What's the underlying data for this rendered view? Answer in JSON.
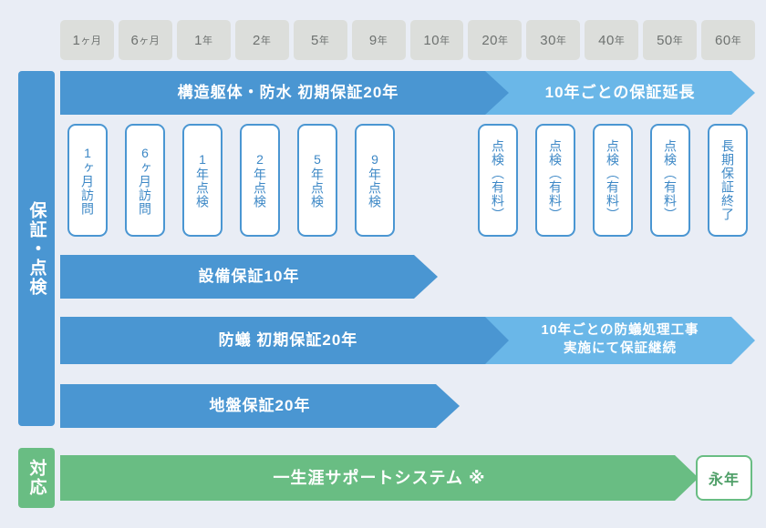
{
  "timeline": {
    "ticks": [
      {
        "num": "1",
        "unit": "ヶ月",
        "full": "1ヶ月"
      },
      {
        "num": "6",
        "unit": "ヶ月",
        "full": "6ヶ月"
      },
      {
        "num": "1",
        "unit": "年",
        "full": "1年"
      },
      {
        "num": "2",
        "unit": "年",
        "full": "2年"
      },
      {
        "num": "5",
        "unit": "年",
        "full": "5年"
      },
      {
        "num": "9",
        "unit": "年",
        "full": "9年"
      },
      {
        "num": "10",
        "unit": "年",
        "full": "10年"
      },
      {
        "num": "20",
        "unit": "年",
        "full": "20年"
      },
      {
        "num": "30",
        "unit": "年",
        "full": "30年"
      },
      {
        "num": "40",
        "unit": "年",
        "full": "40年"
      },
      {
        "num": "50",
        "unit": "年",
        "full": "50年"
      },
      {
        "num": "60",
        "unit": "年",
        "full": "60年"
      }
    ]
  },
  "categories": {
    "warranty": "保証・点検",
    "support": "対応"
  },
  "bars": {
    "structure": "構造躯体・防水 初期保証20年",
    "extension": "10年ごとの保証延長",
    "equipment": "設備保証10年",
    "termite": "防蟻 初期保証20年",
    "termite_continuation_line1": "10年ごとの防蟻処理工事",
    "termite_continuation_line2": "実施にて保証継続",
    "ground": "地盤保証20年",
    "lifetime": "一生涯サポートシステム ※"
  },
  "inspections": [
    {
      "text": "1ヶ月訪問"
    },
    {
      "text": "6ヶ月訪問"
    },
    {
      "text": "1年点検"
    },
    {
      "text": "2年点検"
    },
    {
      "text": "5年点検"
    },
    {
      "text": "9年点検"
    },
    {
      "text": "点検（有料）"
    },
    {
      "text": "点検（有料）"
    },
    {
      "text": "点検（有料）"
    },
    {
      "text": "点検（有料）"
    },
    {
      "text": "長期保証終了"
    }
  ],
  "badges": {
    "eternal": "永年"
  },
  "colors": {
    "background": "#e9edf5",
    "tick_chip": "#dcdedb",
    "tick_text": "#6e7270",
    "blue_primary": "#4a96d2",
    "blue_light": "#6ab7e8",
    "green_primary": "#69bd83",
    "card_border": "#4a96d2",
    "card_text": "#3d88c6"
  }
}
